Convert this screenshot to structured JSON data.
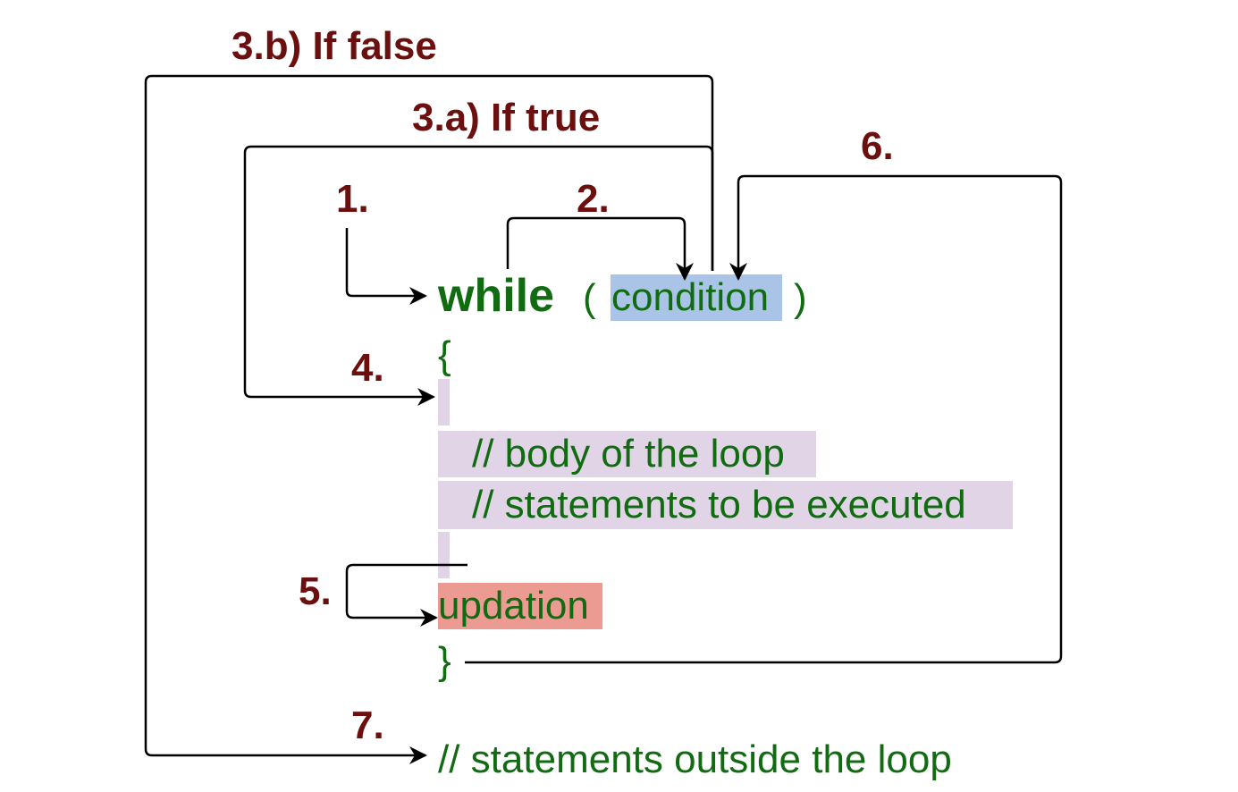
{
  "steps": {
    "s1": "1.",
    "s2": "2.",
    "s3a": "3.a) If true",
    "s3b": "3.b) If false",
    "s4": "4.",
    "s5": "5.",
    "s6": "6.",
    "s7": "7."
  },
  "code": {
    "keyword": "while",
    "open_paren": "(",
    "condition": "condition",
    "close_paren": ")",
    "open_brace": "{",
    "body_line_1": "// body of the loop",
    "body_line_2": "// statements to be executed",
    "updation": "updation",
    "close_brace": "}",
    "outside": "// statements outside the loop"
  },
  "colors": {
    "step_label": "#6b0f0f",
    "code_text": "#116b11",
    "condition_highlight": "#a9c4e6",
    "body_highlight": "#e0d4e6",
    "updation_highlight": "#ec9b93",
    "arrow": "#000000"
  }
}
